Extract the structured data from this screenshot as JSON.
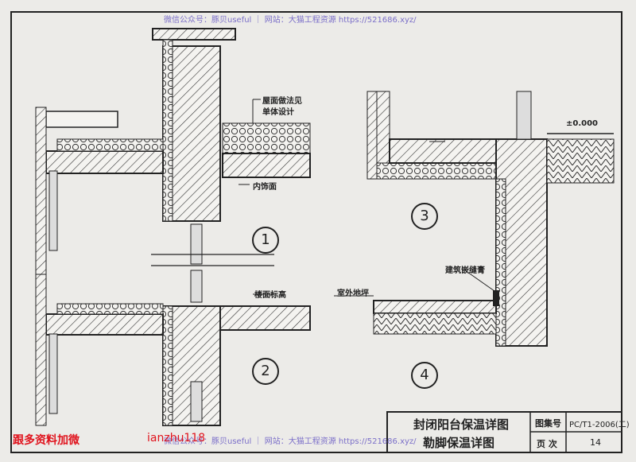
{
  "watermark": {
    "top": "微信公众号：豚贝useful ｜ 网站：大猫工程资源 https://521686.xyz/",
    "bottom": "微信公众号：豚贝useful ｜ 网站：大猫工程资源 https://521686.xyz/"
  },
  "annotations": {
    "roof_note_1": "屋面做法见",
    "roof_note_2": "单体设计",
    "inner_finish": "内饰面",
    "floor_level": "楼面标高",
    "elevation": "±0.000",
    "sealant": "建筑嵌缝膏",
    "outdoor_ground": "室外地坪"
  },
  "details": [
    "1",
    "2",
    "3",
    "4"
  ],
  "title_block": {
    "title_line1": "封闭阳台保温详图",
    "title_line2": "勒脚保温详图",
    "atlas_label": "图集号",
    "atlas_value": "PC/T1-2006(二)",
    "page_label": "页 次",
    "page_value": "14"
  },
  "promo": {
    "left": "跟多资料加微",
    "right": "ianzhu118",
    "left_color": "#e0141e",
    "right_color": "#e0141e"
  }
}
